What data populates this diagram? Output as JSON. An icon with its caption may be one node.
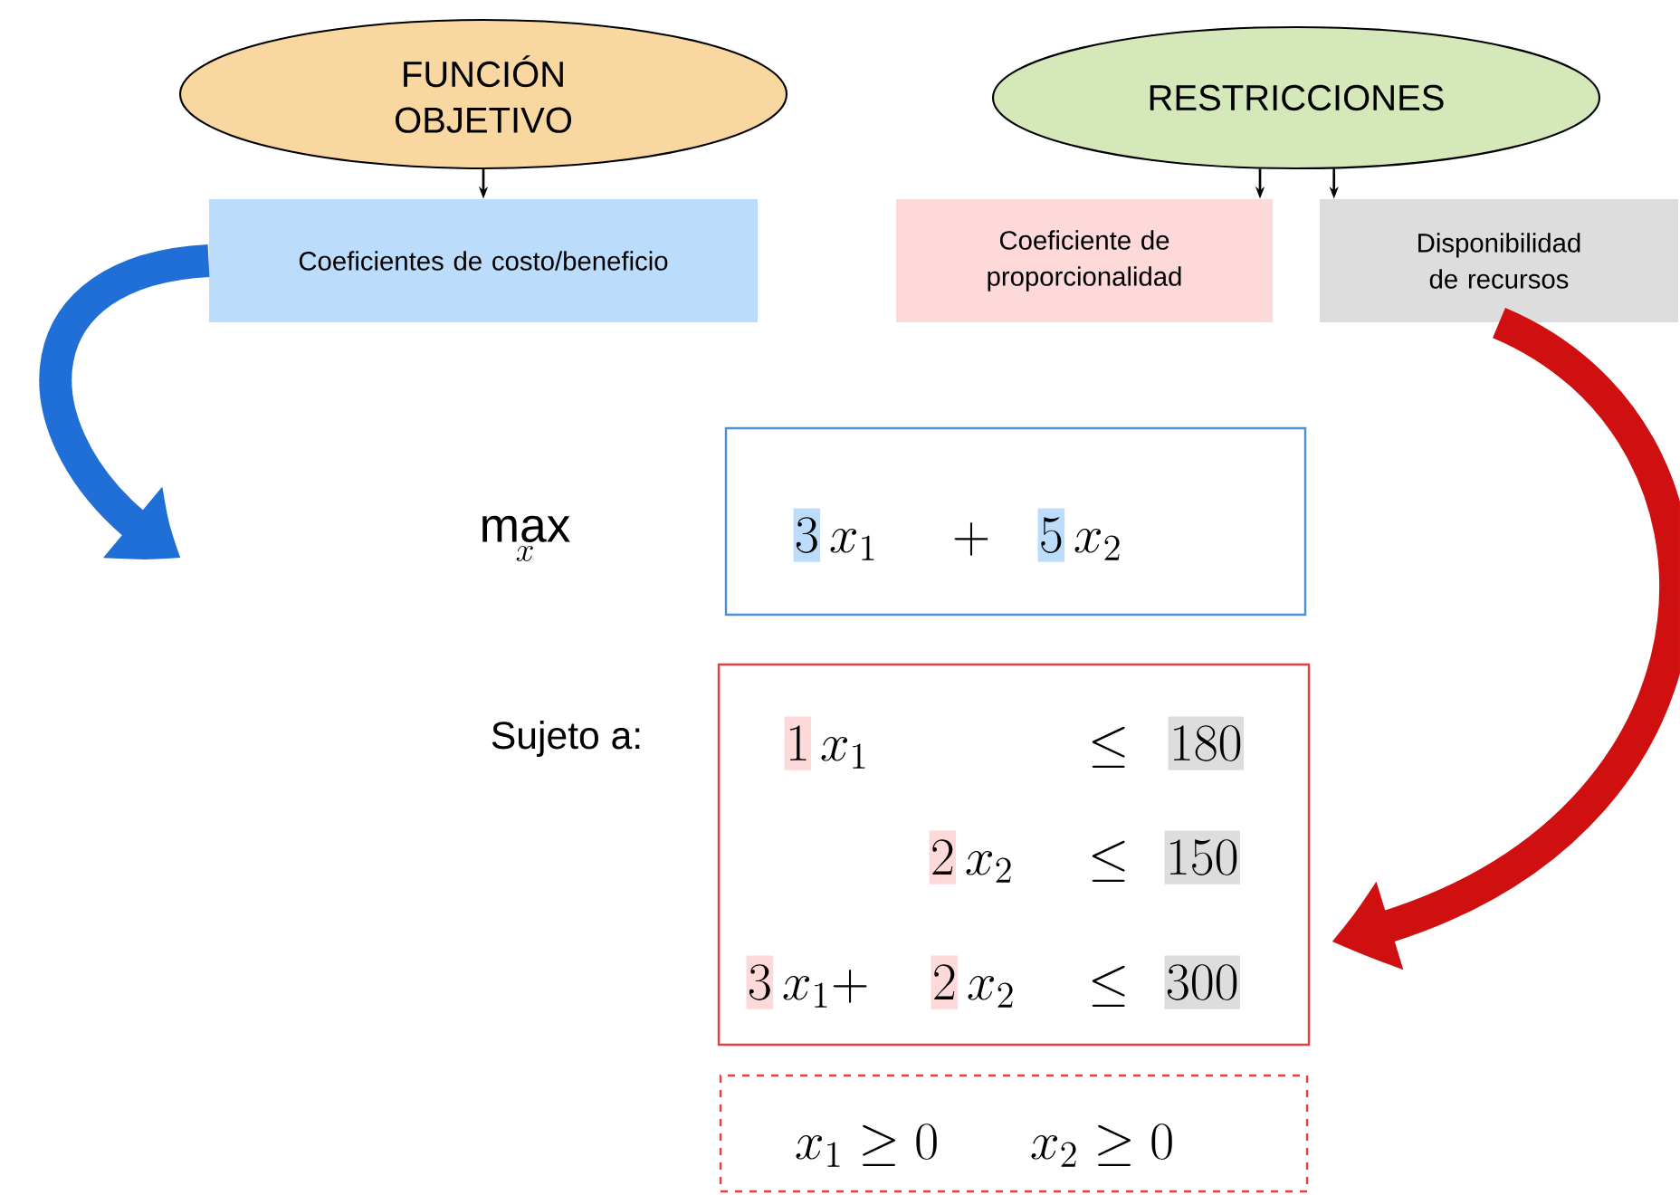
{
  "diagram": {
    "nodes": [
      {
        "text": [
          "FUNCIÓN OBJETIVO"
        ]
      },
      {
        "text": [
          "Coeficientes de costo/beneficio"
        ]
      },
      {
        "text": [
          "RESTRICCIONES"
        ]
      },
      {
        "text": [
          "Coeficiente de proporcionalidad"
        ]
      },
      {
        "text": [
          "Disponibilidad de recursos"
        ]
      },
      {
        "text": [
          "3",
          "x_1",
          "+",
          "5",
          "x_2"
        ]
      },
      {
        "text": [
          "1",
          "x_1",
          "\\leq",
          "180",
          "2",
          "x_2",
          "\\leq",
          "150",
          "3",
          "x_1 +",
          "2",
          "x_2",
          "\\leq",
          "300"
        ]
      },
      {
        "text": [
          "x_1 \\geq 0",
          "x_2 \\geq 0"
        ]
      }
    ],
    "edges": [
      {
        "from": 0,
        "to": 1,
        "arrow": "to"
      },
      {
        "from": 2,
        "to": 3,
        "arrow": "to"
      },
      {
        "from": 2,
        "to": 4,
        "arrow": "to"
      },
      {
        "from": 1,
        "to": null,
        "arrow": "to",
        "style": "thick",
        "color": "#1f6fd6"
      },
      {
        "from": 4,
        "to": 6,
        "arrow": "to",
        "style": "thick",
        "color": "#d01010"
      }
    ],
    "labels": [
      "\\max_{x}",
      "Sujeto a:"
    ]
  }
}
